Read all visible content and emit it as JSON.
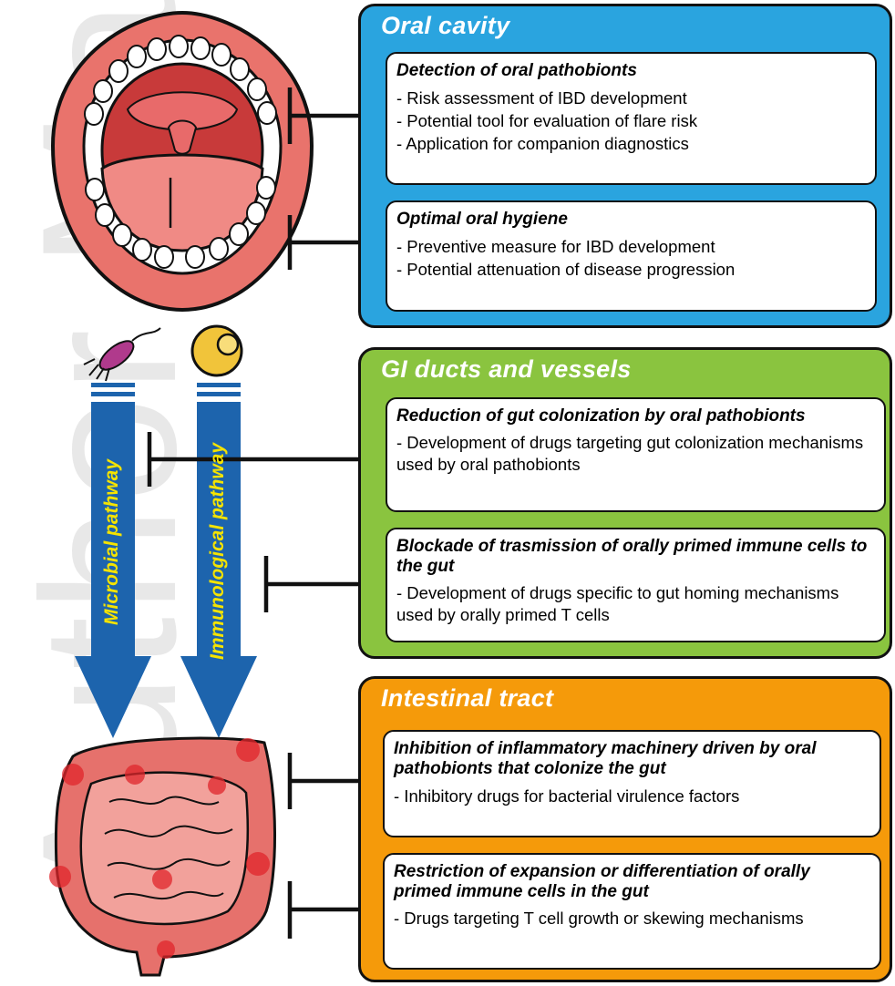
{
  "watermark": "Author Manuscript",
  "colors": {
    "oral_panel": "#2aa4df",
    "gi_panel": "#8ac43f",
    "intestinal_panel": "#f59a0a",
    "arrow": "#1d64ad",
    "pathway_text": "#f5e300"
  },
  "pathways": {
    "microbial": "Microbial pathway",
    "immunological": "Immunological pathway"
  },
  "panels": [
    {
      "title": "Oral cavity",
      "cards": [
        {
          "title": "Detection of oral pathobionts",
          "items": [
            "- Risk assessment of IBD development",
            "- Potential tool for evaluation of flare risk",
            "- Application for companion diagnostics"
          ]
        },
        {
          "title": "Optimal oral hygiene",
          "items": [
            "- Preventive measure for IBD development",
            "- Potential attenuation of disease progression"
          ]
        }
      ]
    },
    {
      "title": "GI ducts and vessels",
      "cards": [
        {
          "title": "Reduction of gut colonization by oral pathobionts",
          "items": [
            "- Development of drugs targeting gut colonization mechanisms used by oral pathobionts"
          ]
        },
        {
          "title": "Blockade of trasmission of orally primed immune cells to the gut",
          "items": [
            "- Development of drugs specific to gut homing mechanisms used by orally primed T cells"
          ]
        }
      ]
    },
    {
      "title": "Intestinal tract",
      "cards": [
        {
          "title": "Inhibition of inflammatory machinery driven by oral pathobionts that colonize the gut",
          "items": [
            "- Inhibitory drugs for bacterial virulence factors"
          ]
        },
        {
          "title": "Restriction of expansion or differentiation of orally primed immune cells in the gut",
          "items": [
            "- Drugs targeting T cell growth or skewing mechanisms"
          ]
        }
      ]
    }
  ]
}
